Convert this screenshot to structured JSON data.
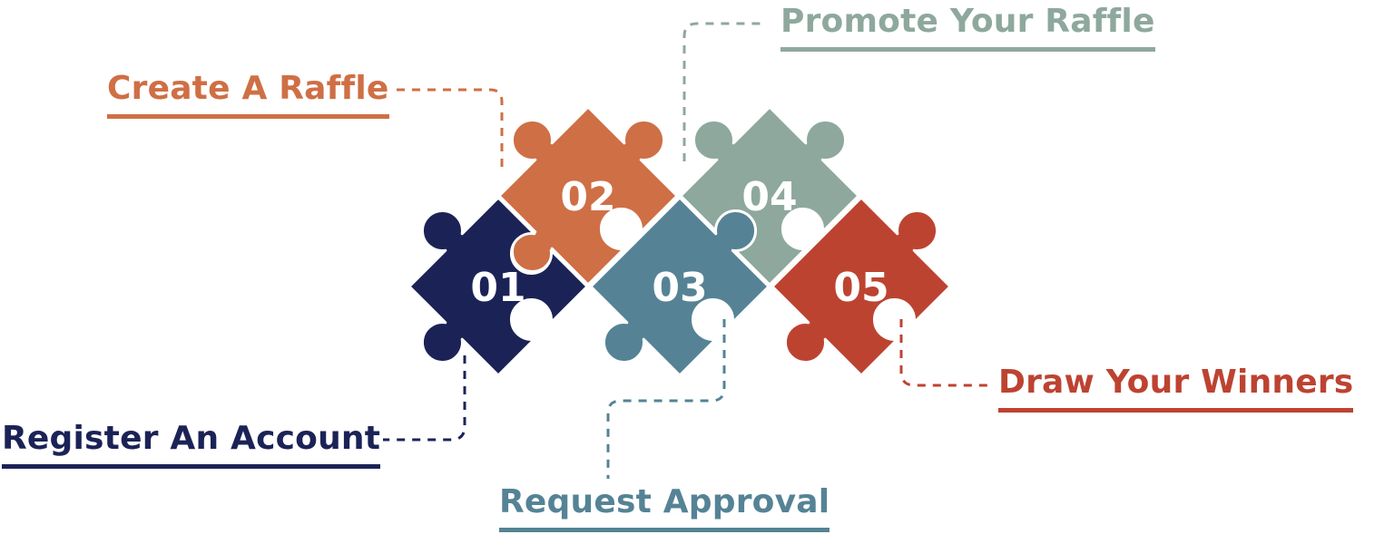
{
  "steps": [
    {
      "number": "01",
      "label": "Register An Account",
      "color": "#1b2356"
    },
    {
      "number": "02",
      "label": "Create A Raffle",
      "color": "#cf6f45"
    },
    {
      "number": "03",
      "label": "Request Approval",
      "color": "#558395"
    },
    {
      "number": "04",
      "label": "Promote Your Raffle",
      "color": "#8ea89d"
    },
    {
      "number": "05",
      "label": "Draw Your Winners",
      "color": "#bd4331"
    }
  ]
}
